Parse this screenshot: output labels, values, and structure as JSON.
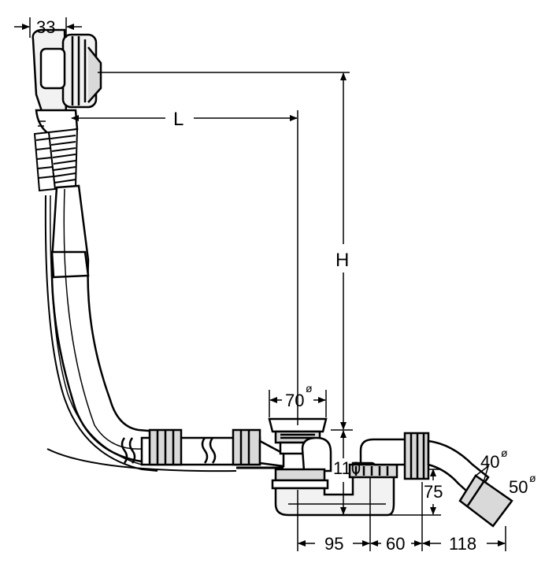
{
  "dimensions": {
    "overflow_offset": "33",
    "length": "L",
    "height": "H",
    "drain_diameter": "70",
    "drain_diameter_symbol": "ø",
    "trap_height": "110",
    "outlet_height": "75",
    "spacing_a": "95",
    "spacing_b": "60",
    "spacing_c": "118",
    "outlet_inner_diameter": "40",
    "outlet_inner_symbol": "ø",
    "outlet_outer_diameter": "50",
    "outlet_outer_symbol": "ø"
  },
  "colors": {
    "line": "#000000",
    "fill_light": "#f2f2f2",
    "fill_mid": "#d9d9d9",
    "fill_dark": "#9a9a9a"
  }
}
